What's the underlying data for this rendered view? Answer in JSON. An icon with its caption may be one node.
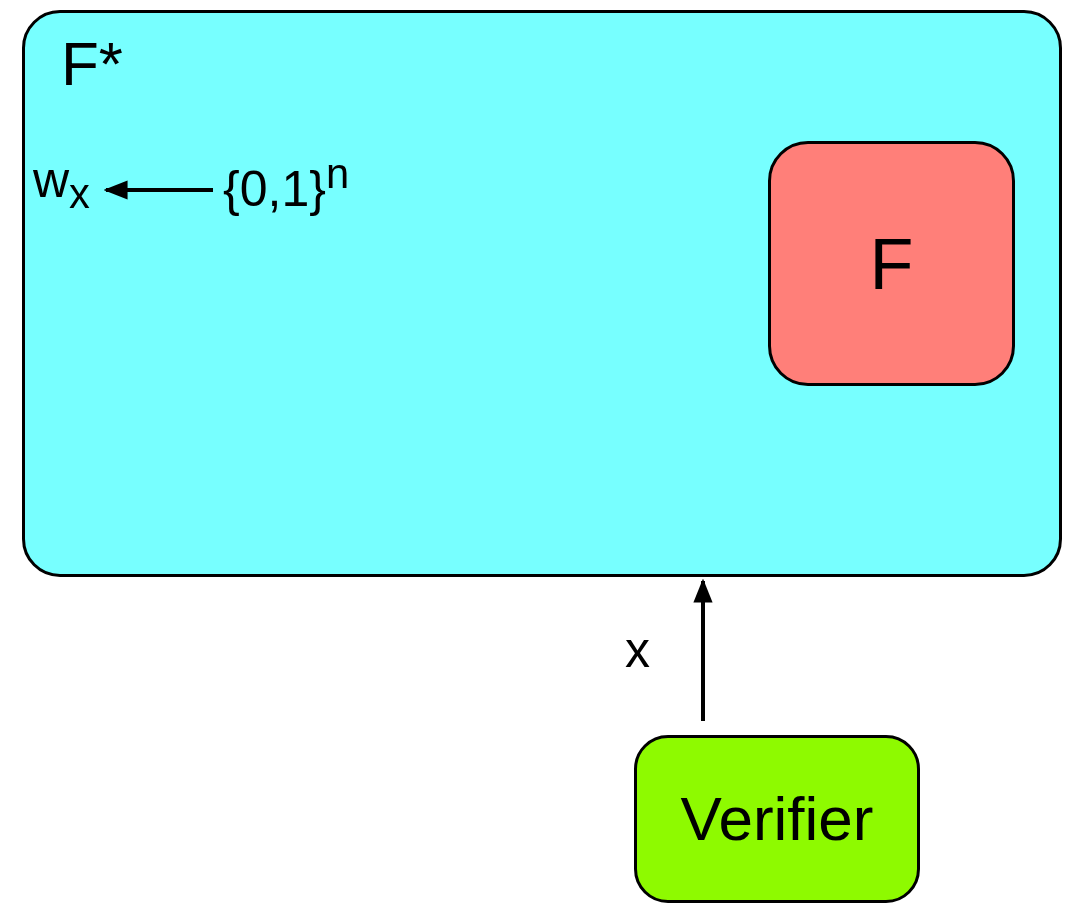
{
  "diagram": {
    "nodes": [
      {
        "text": [
          "F*"
        ]
      },
      {
        "text": [
          "w$_{x}$"
        ],
        "in": 0
      },
      {
        "text": [
          "{0,1}$^{n}$"
        ],
        "in": 0
      },
      {
        "text": [
          "F"
        ],
        "in": 0
      },
      {
        "text": [
          "Verifier"
        ]
      }
    ],
    "edges": [
      {
        "from": 2,
        "to": 1,
        "arrow": "to"
      },
      {
        "from": 4,
        "to": 0,
        "arrow": "to",
        "label": "x"
      }
    ]
  }
}
